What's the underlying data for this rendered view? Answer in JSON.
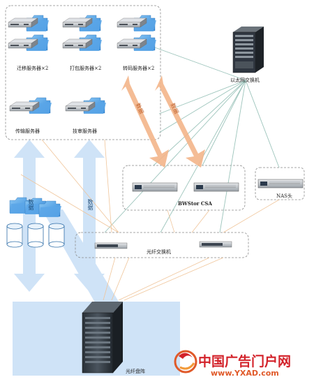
{
  "diagram": {
    "labels": {
      "server_1": "迁移服务器×2",
      "server_2": "打包服务器×2",
      "server_3": "转码服务器×2",
      "server_4": "传输服务器",
      "server_5": "技审服务器",
      "ethernet_switch": "以太网交换机",
      "storage": "BWStor CSA",
      "nas": "NAS头",
      "fc_switch": "光纤交换机",
      "disk_array": "光纤盘阵",
      "arrow_data_1": "数据",
      "arrow_data_2": "数据",
      "arrow_data_3": "数据",
      "arrow_data_4": "数据"
    },
    "colors": {
      "big_arrow": "#cfe3f7",
      "orange_arrow": "#f3b58a",
      "link": "#9cc4bb",
      "fc_link": "#f0c59a",
      "dash_border": "#888888",
      "folder": "#5ba6e8"
    }
  },
  "watermark": {
    "title": "中国广告门户网",
    "url": "www.YXAD.com",
    "title_color": "#d3222a",
    "url_color": "#e05a2a"
  }
}
